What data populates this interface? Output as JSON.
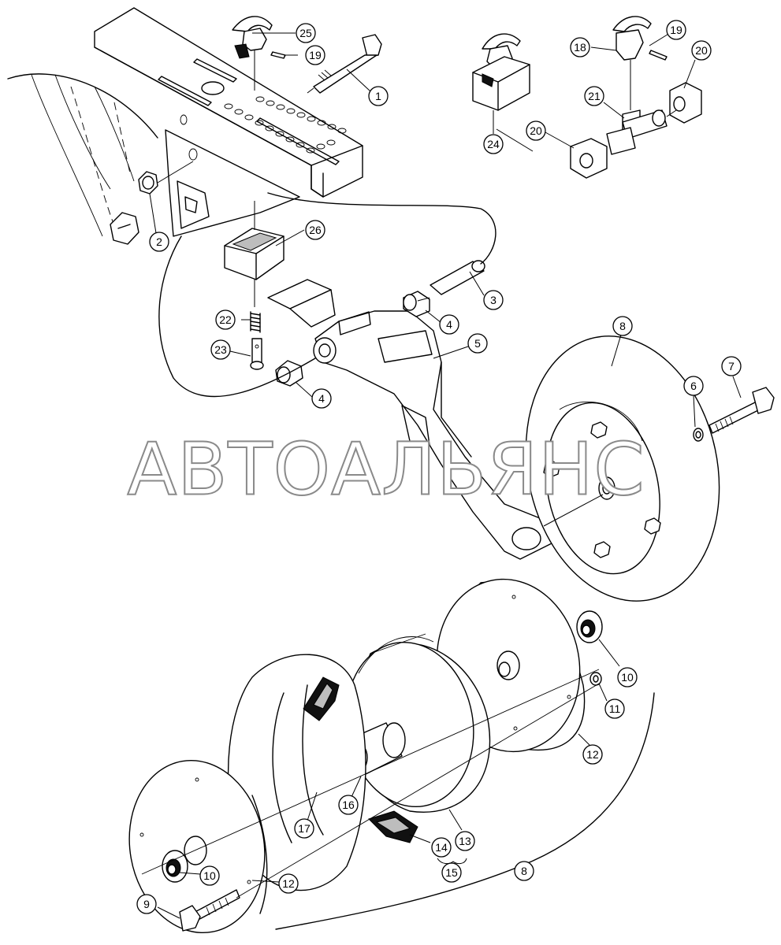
{
  "watermark": "АВТОАЛЬЯНС",
  "callouts": [
    {
      "id": "c1",
      "label": "1"
    },
    {
      "id": "c2",
      "label": "2"
    },
    {
      "id": "c3",
      "label": "3"
    },
    {
      "id": "c4a",
      "label": "4"
    },
    {
      "id": "c4b",
      "label": "4"
    },
    {
      "id": "c5",
      "label": "5"
    },
    {
      "id": "c6",
      "label": "6"
    },
    {
      "id": "c7",
      "label": "7"
    },
    {
      "id": "c8a",
      "label": "8"
    },
    {
      "id": "c8b",
      "label": "8"
    },
    {
      "id": "c9",
      "label": "9"
    },
    {
      "id": "c10a",
      "label": "10"
    },
    {
      "id": "c10b",
      "label": "10"
    },
    {
      "id": "c11",
      "label": "11"
    },
    {
      "id": "c12a",
      "label": "12"
    },
    {
      "id": "c12b",
      "label": "12"
    },
    {
      "id": "c13",
      "label": "13"
    },
    {
      "id": "c14",
      "label": "14"
    },
    {
      "id": "c15",
      "label": "15"
    },
    {
      "id": "c16",
      "label": "16"
    },
    {
      "id": "c17",
      "label": "17"
    },
    {
      "id": "c18",
      "label": "18"
    },
    {
      "id": "c19a",
      "label": "19"
    },
    {
      "id": "c19b",
      "label": "19"
    },
    {
      "id": "c20a",
      "label": "20"
    },
    {
      "id": "c20b",
      "label": "20"
    },
    {
      "id": "c21",
      "label": "21"
    },
    {
      "id": "c22",
      "label": "22"
    },
    {
      "id": "c23",
      "label": "23"
    },
    {
      "id": "c24",
      "label": "24"
    },
    {
      "id": "c25",
      "label": "25"
    },
    {
      "id": "c26",
      "label": "26"
    }
  ]
}
